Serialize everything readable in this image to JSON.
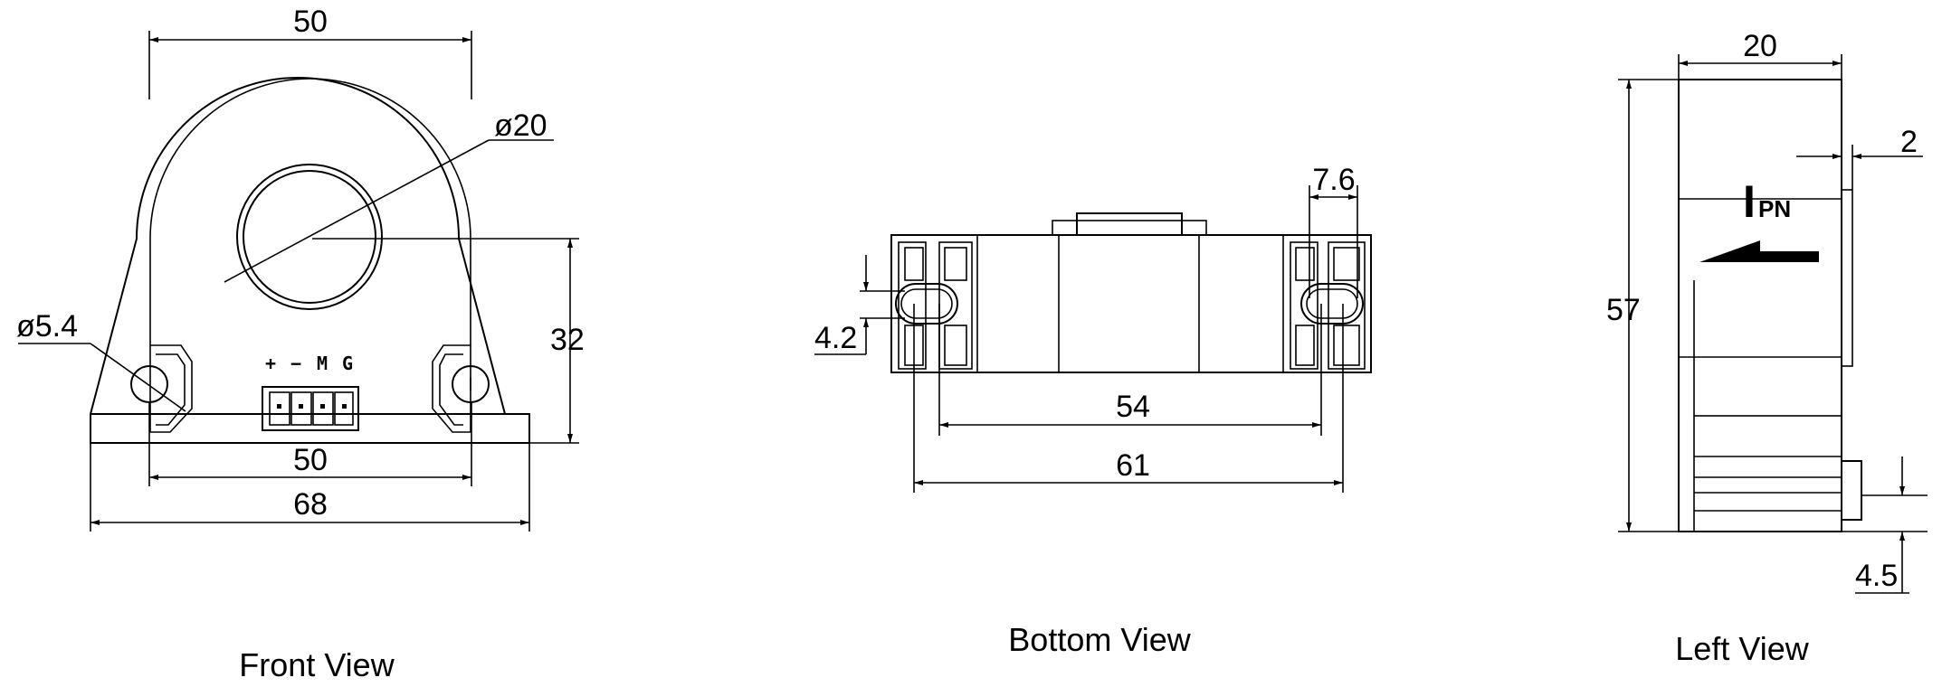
{
  "views": {
    "front": {
      "caption": "Front View",
      "dim_top_width": "50",
      "dim_inner_hole": "ø20",
      "dim_mount_hole": "ø5.4",
      "dim_height": "32",
      "dim_hole_spacing": "50",
      "dim_total_width": "68",
      "pin_labels": [
        "+",
        "−",
        "M",
        "G"
      ]
    },
    "bottom": {
      "caption": "Bottom View",
      "dim_slot_width": "7.6",
      "dim_slot_height": "4.2",
      "dim_inner_span": "54",
      "dim_outer_span": "61"
    },
    "left": {
      "caption": "Left View",
      "dim_depth": "20",
      "dim_tab": "2",
      "dim_height": "57",
      "dim_connector": "4.5",
      "current_label_main": "I",
      "current_label_sub": "PN"
    }
  }
}
